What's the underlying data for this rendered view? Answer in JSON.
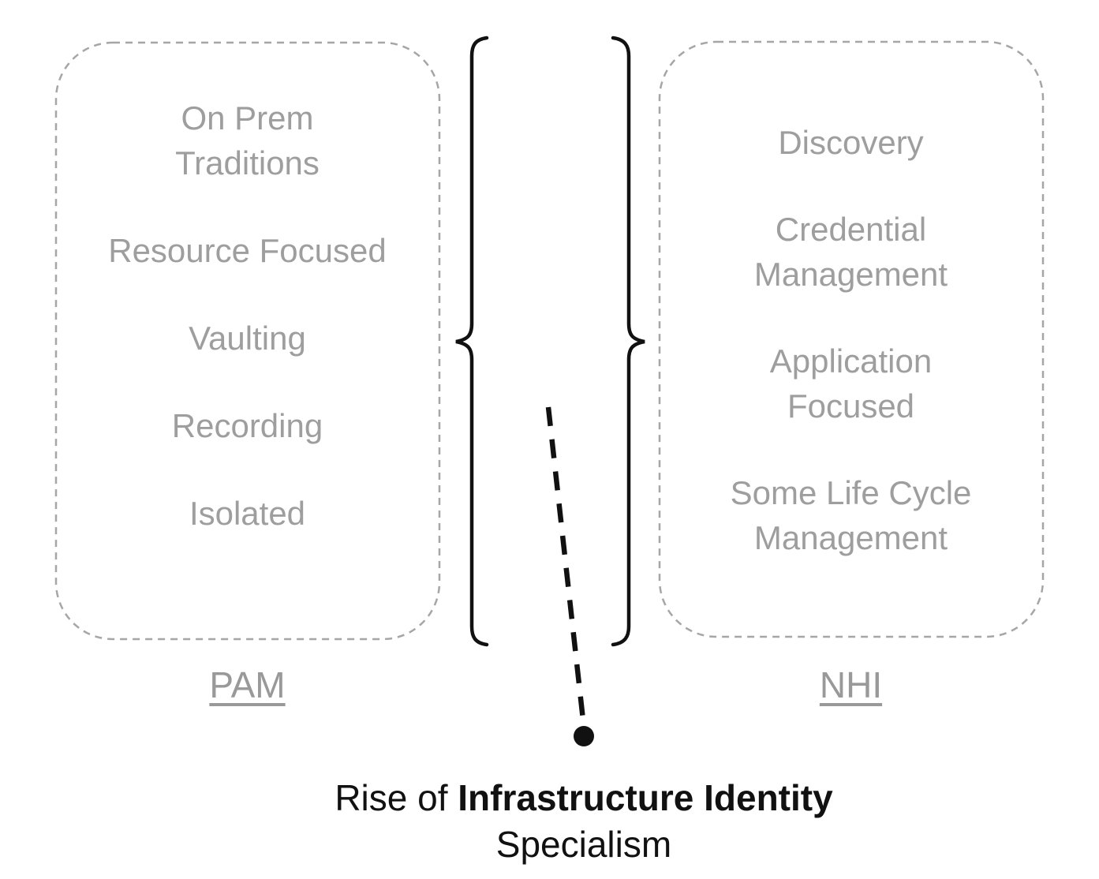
{
  "left_box": {
    "label": "PAM",
    "items": [
      "On Prem\nTraditions",
      "Resource Focused",
      "Vaulting",
      "Recording",
      "Isolated"
    ]
  },
  "right_box": {
    "label": "NHI",
    "items": [
      "Discovery",
      "Credential\nManagement",
      "Application\nFocused",
      "Some Life Cycle\nManagement"
    ]
  },
  "caption": {
    "prefix": "Rise of ",
    "bold": "Infrastructure Identity",
    "line2": "Specialism"
  },
  "colors": {
    "muted_text": "#9e9e9e",
    "label_text": "#999999",
    "box_border": "#a6a6a6",
    "ink": "#111111"
  }
}
